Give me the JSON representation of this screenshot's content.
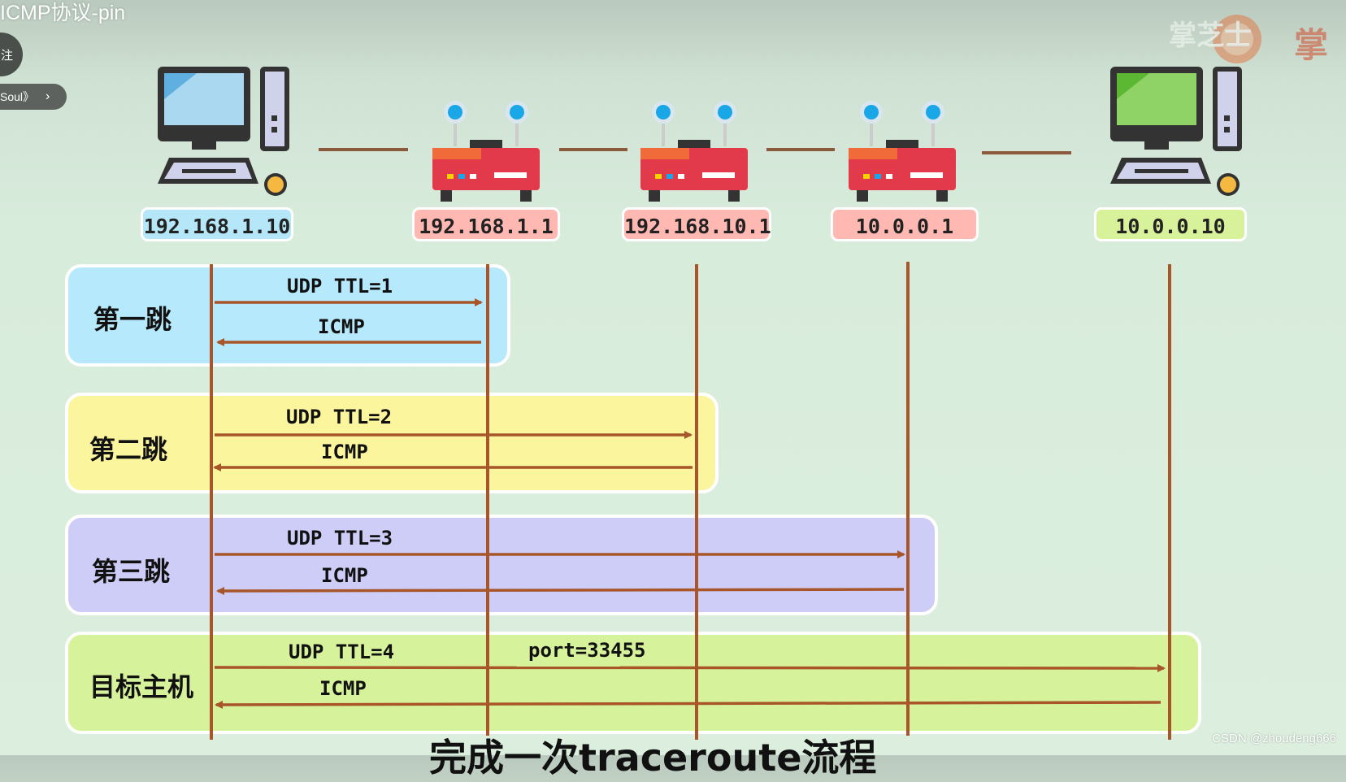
{
  "overlay": {
    "video_title": "ICMP协议-pin",
    "follow_label": "注",
    "song_label": "Soul》",
    "watermark_text": "掌芝士",
    "credit": "CSDN @zhoudeng666"
  },
  "nodes": [
    {
      "type": "computer",
      "ip": "192.168.1.10",
      "color": "#b6e7f8"
    },
    {
      "type": "router",
      "ip": "192.168.1.1",
      "color": "#ffb9b2"
    },
    {
      "type": "router",
      "ip": "192.168.10.1",
      "color": "#ffb9b2"
    },
    {
      "type": "router",
      "ip": "10.0.0.1",
      "color": "#ffb9b2"
    },
    {
      "type": "computer",
      "ip": "10.0.0.10",
      "color": "#d8f29b"
    }
  ],
  "hops": [
    {
      "label": "第一跳",
      "request": "UDP TTL=1",
      "reply": "ICMP",
      "color": "#b5e9fb"
    },
    {
      "label": "第二跳",
      "request": "UDP TTL=2",
      "reply": "ICMP",
      "color": "#fbf59d"
    },
    {
      "label": "第三跳",
      "request": "UDP TTL=3",
      "reply": "ICMP",
      "color": "#cdcdf8"
    },
    {
      "label": "目标主机",
      "request": "UDP TTL=4",
      "reply": "ICMP",
      "extra": "port=33455",
      "color": "#d6f29a"
    }
  ],
  "caption": "完成一次traceroute流程",
  "colors": {
    "line": "#a8552a",
    "link": "#8b5a3c"
  }
}
